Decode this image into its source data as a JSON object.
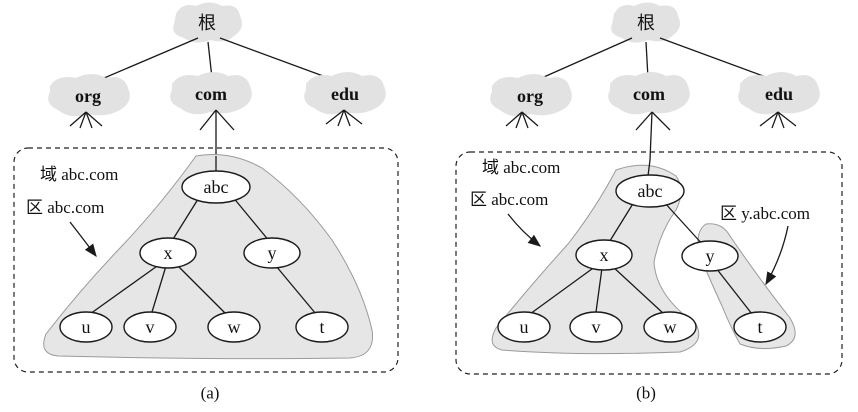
{
  "root_label": "根",
  "tlds": [
    "org",
    "com",
    "edu"
  ],
  "domain_label": "域 abc.com",
  "zone_abc_label": "区 abc.com",
  "zone_y_label": "区 y.abc.com",
  "nodes": {
    "abc": "abc",
    "x": "x",
    "y": "y",
    "u": "u",
    "v": "v",
    "w": "w",
    "t": "t"
  },
  "captions": [
    "(a)",
    "(b)"
  ]
}
